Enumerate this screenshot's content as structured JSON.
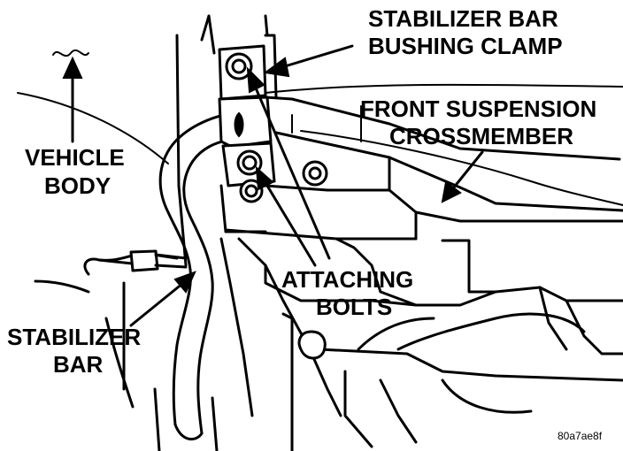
{
  "labels": {
    "clamp_line1": "STABILIZER BAR",
    "clamp_line2": "BUSHING CLAMP",
    "crossmember_line1": "FRONT SUSPENSION",
    "crossmember_line2": "CROSSMEMBER",
    "body_line1": "VEHICLE",
    "body_line2": "BODY",
    "bolts_line1": "ATTACHING",
    "bolts_line2": "BOLTS",
    "bar_line1": "STABILIZER",
    "bar_line2": "BAR"
  },
  "figure_code": "80a7ae8f"
}
